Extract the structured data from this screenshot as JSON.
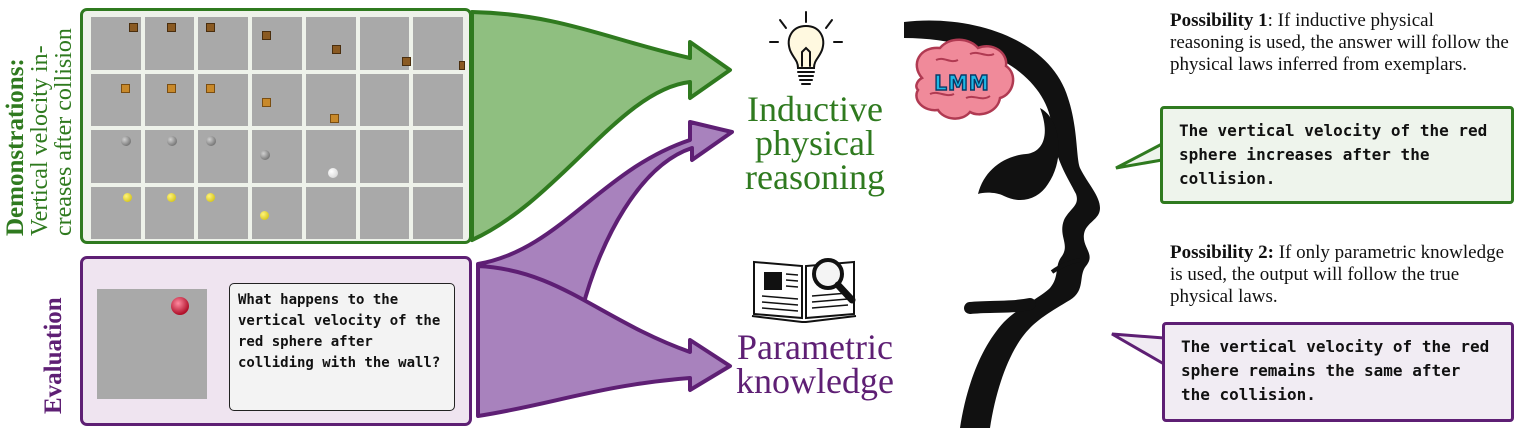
{
  "demonstrations": {
    "label_bold": "Demonstrations",
    "label_line1": "Vertical velocity in-",
    "label_line2": "creases after collision",
    "colon": ":"
  },
  "evaluation": {
    "label": "Evaluation",
    "question": "What happens to the vertical velocity of the red sphere after colliding with the wall?"
  },
  "center": {
    "inductive_line1": "Inductive",
    "inductive_line2": "physical",
    "inductive_line3": "reasoning",
    "parametric_line1": "Parametric",
    "parametric_line2": "knowledge",
    "brain_label": "LMM"
  },
  "possibility1": {
    "title": "Possibility 1",
    "text": ":  If inductive physical reasoning is used, the answer will follow the physical laws inferred from exemplars.",
    "answer": "The vertical velocity of the red sphere increases after the collision."
  },
  "possibility2": {
    "title": "Possibility 2:",
    "text": " If only parametric knowledge is used, the output will follow the true physical laws.",
    "answer": "The vertical velocity of the red sphere remains the same after the collision."
  },
  "colors": {
    "green": "#2f7a1f",
    "green_fill": "#8fbf80",
    "purple": "#5e1f74",
    "purple_fill": "#a882bd"
  },
  "icons": [
    "lightbulb-icon",
    "book-magnifier-icon",
    "brain-icon",
    "head-silhouette-icon"
  ]
}
